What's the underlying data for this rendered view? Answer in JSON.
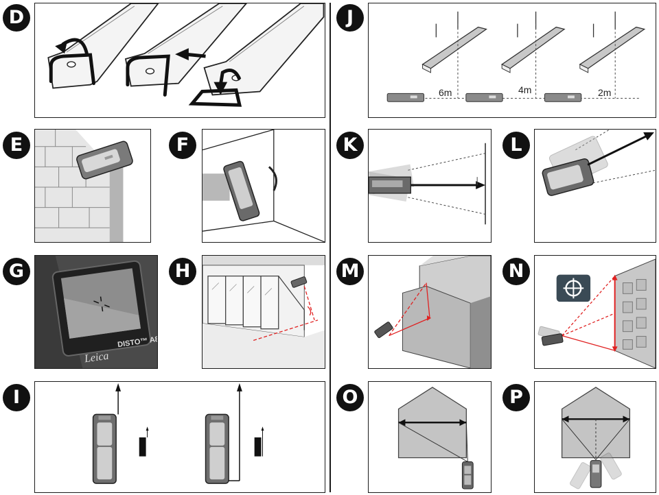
{
  "labels": {
    "D": "D",
    "E": "E",
    "F": "F",
    "G": "G",
    "H": "H",
    "I": "I",
    "J": "J",
    "K": "K",
    "L": "L",
    "M": "M",
    "N": "N",
    "O": "O",
    "P": "P"
  },
  "panel_j": {
    "distances": [
      "6m",
      "4m",
      "2m"
    ]
  },
  "panel_g": {
    "brand": "Leica",
    "model": "DISTO™ A8"
  },
  "colors": {
    "laser": "#e02020",
    "badge": "#111111",
    "device": "#6e6e6e"
  },
  "icons": {
    "target": "crosshair-target-icon"
  }
}
